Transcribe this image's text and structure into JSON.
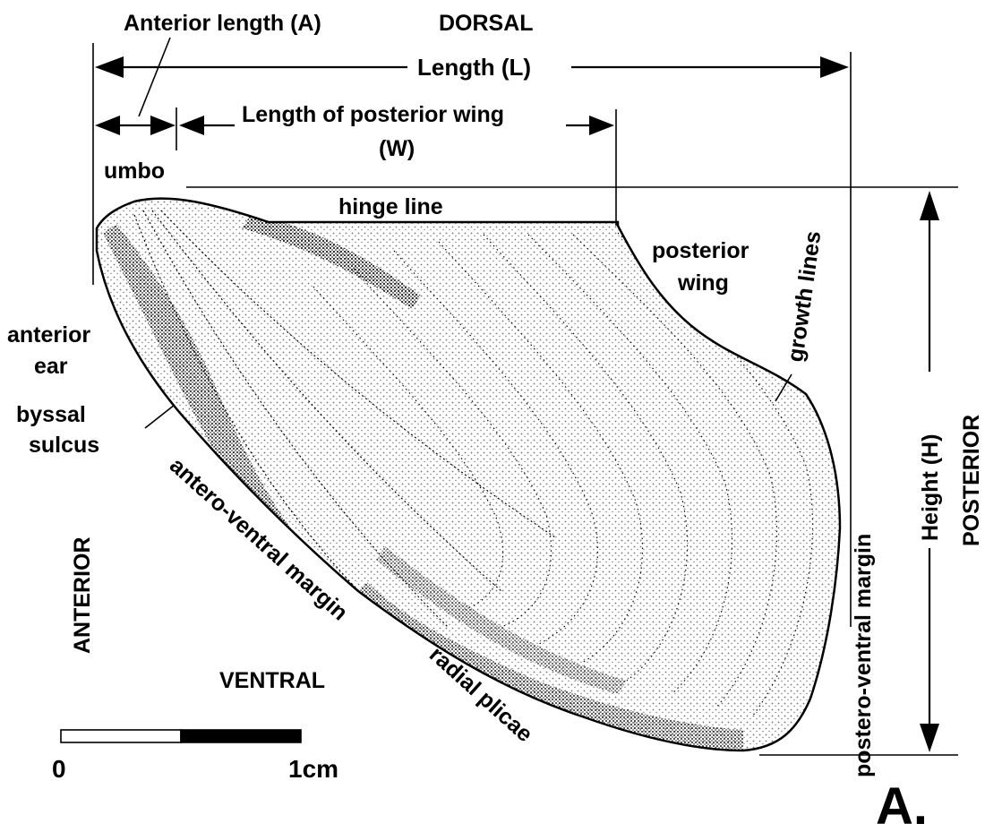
{
  "orientation": {
    "dorsal": "DORSAL",
    "ventral": "VENTRAL",
    "anterior": "ANTERIOR",
    "posterior": "POSTERIOR"
  },
  "measurements": {
    "anterior_length": "Anterior length (A)",
    "length": "Length  (L)",
    "posterior_wing_length_line1": "Length of posterior wing",
    "posterior_wing_length_line2": "(W)",
    "height": "Height (H)"
  },
  "features": {
    "umbo": "umbo",
    "hinge_line": "hinge line",
    "posterior_wing_line1": "posterior",
    "posterior_wing_line2": "wing",
    "growth_lines": "growth lines",
    "anterior_ear_line1": "anterior",
    "anterior_ear_line2": "ear",
    "byssal_sulcus_line1": "byssal",
    "byssal_sulcus_line2": "sulcus",
    "antero_ventral_margin": "antero-ventral margin",
    "radial_plicae": "radial plicae",
    "postero_ventral_margin": "postero-ventral margin"
  },
  "scale_bar": {
    "start_label": "0",
    "end_label": "1cm"
  },
  "panel_label": "A."
}
